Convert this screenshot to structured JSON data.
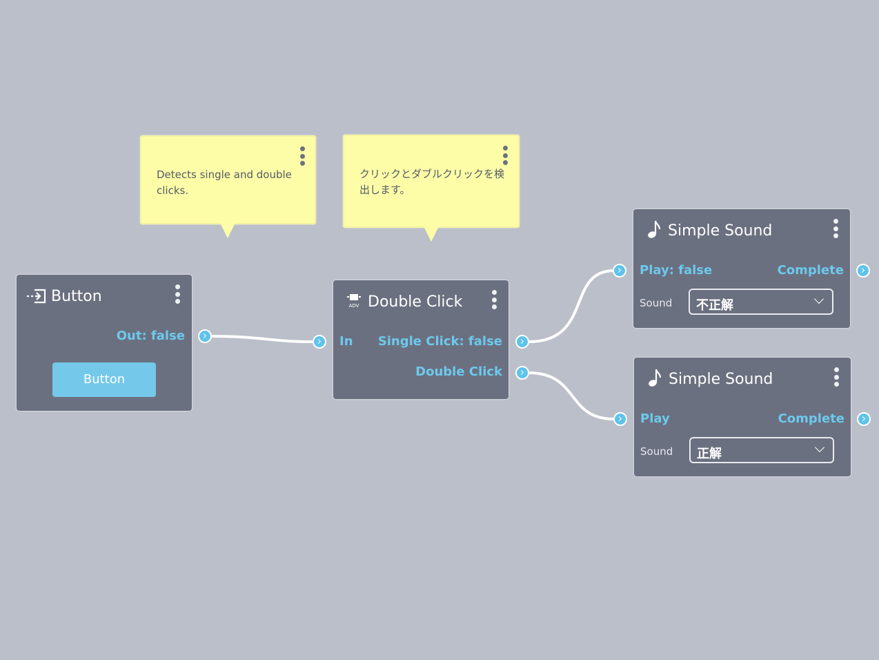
{
  "notes": [
    {
      "text": "Detects single and double clicks."
    },
    {
      "text": "クリックとダブルクリックを検出します。"
    }
  ],
  "nodes": {
    "button": {
      "title": "Button",
      "icon": "input-arrow-icon",
      "out_label": "Out: false",
      "button_label": "Button"
    },
    "double_click": {
      "title": "Double Click",
      "icon": "adv-chip-icon",
      "icon_text": "ADV",
      "in_label": "In",
      "single_label": "Single Click: false",
      "double_label": "Double Click"
    },
    "sound1": {
      "title": "Simple Sound",
      "icon": "music-note-icon",
      "play_label": "Play: false",
      "complete_label": "Complete",
      "sound_label": "Sound",
      "sound_value": "不正解"
    },
    "sound2": {
      "title": "Simple Sound",
      "icon": "music-note-icon",
      "play_label": "Play",
      "complete_label": "Complete",
      "sound_label": "Sound",
      "sound_value": "正解"
    }
  },
  "colors": {
    "canvas": "#bbbfc9",
    "node": "#6b7080",
    "note": "#fdfda8",
    "accent": "#6cc9ec",
    "button": "#74c8ea"
  }
}
